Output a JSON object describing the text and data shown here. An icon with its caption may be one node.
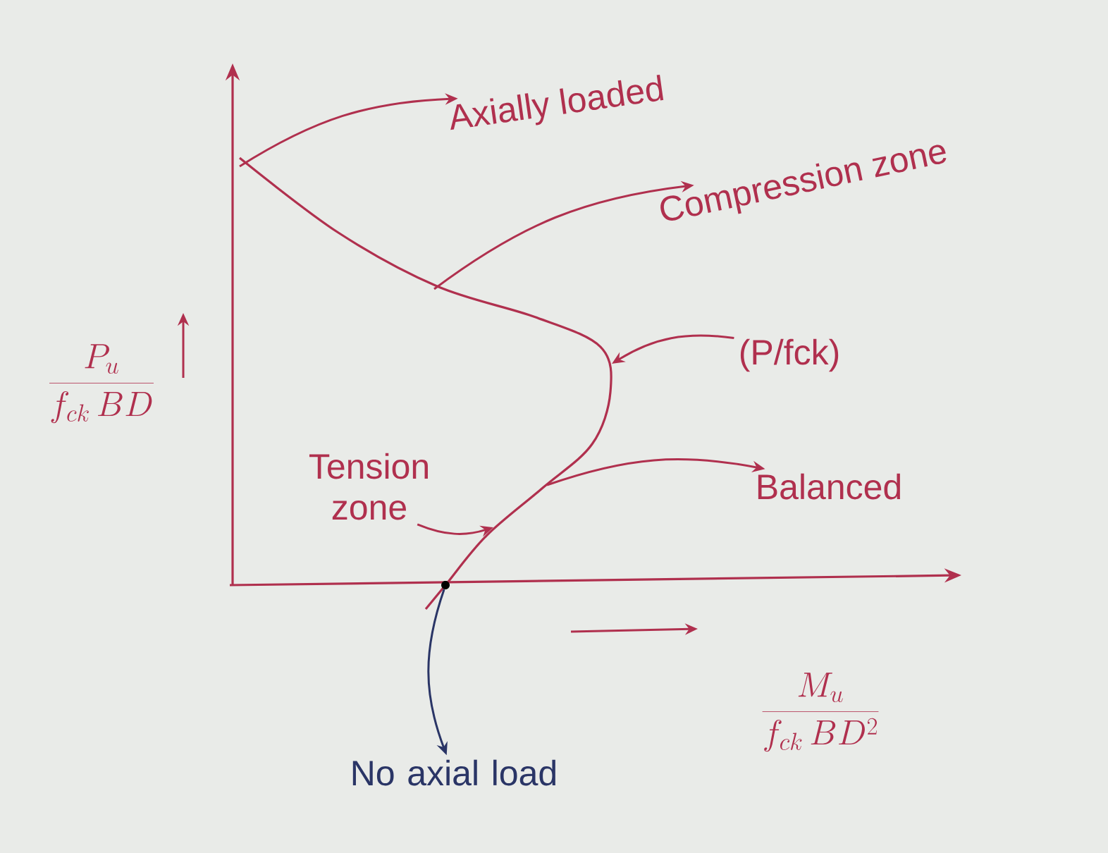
{
  "diagram": {
    "nodes": [
      {
        "text": [
          "Axially loaded"
        ]
      },
      {
        "text": [
          "Compression zone"
        ]
      },
      {
        "text": [
          "(P/fck)"
        ]
      },
      {
        "text": [
          "Balanced"
        ]
      },
      {
        "text": [
          "Tension zone"
        ]
      },
      {
        "text": [
          "No axial load"
        ]
      },
      {
        "text": [],
        "shape": "circle"
      }
    ],
    "edges": [
      {
        "from": null,
        "to": 0,
        "arrow": "to"
      },
      {
        "from": null,
        "to": 1,
        "arrow": "to"
      },
      {
        "from": 2,
        "to": null,
        "arrow": "to"
      },
      {
        "from": null,
        "to": 3,
        "arrow": "to"
      },
      {
        "from": 4,
        "to": null,
        "arrow": "to"
      },
      {
        "from": 6,
        "to": 5,
        "arrow": "to",
        "color": "#2a3566"
      }
    ],
    "labels": [
      "\\frac{P_u}{f_{ck}\\,BD}",
      "\\frac{M_u}{f_{ck}\\,BD^2}"
    ]
  }
}
